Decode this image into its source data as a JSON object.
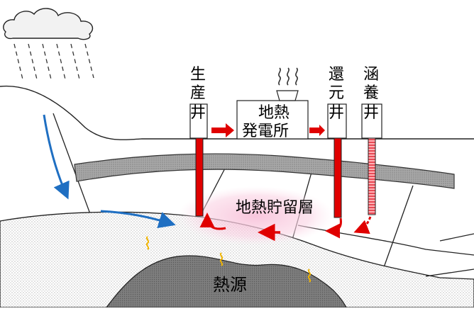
{
  "labels": {
    "production_well": [
      "生",
      "産",
      "井"
    ],
    "reinjection_well": [
      "還",
      "元",
      "井"
    ],
    "recharge_well": [
      "涵",
      "養",
      "井"
    ],
    "power_plant": [
      "地熱",
      "発電所"
    ],
    "reservoir": "地熱貯留層",
    "heat_source": "熱源"
  },
  "colors": {
    "water_flow": "#1f6fc2",
    "hot_fluid": "#e00000",
    "well_pipe": "#e00000",
    "recharge_pipe": "#ff9aa0",
    "heat_wave": "#f0b400",
    "reservoir_glow": "#f9cfe0",
    "heat_source_fill": "#7a7a7a",
    "cap_layer": "#9a9a9a"
  }
}
